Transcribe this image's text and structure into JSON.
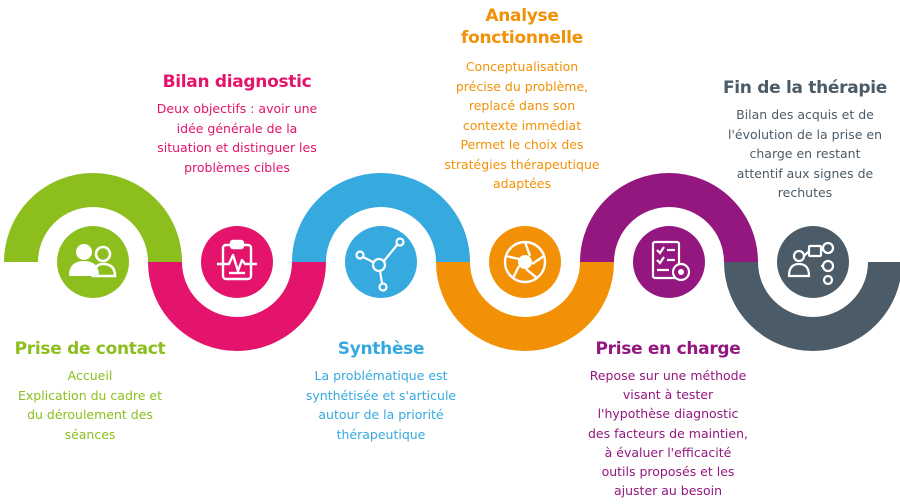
{
  "colors": {
    "contact": "#8cbf1e",
    "bilan": "#e4136b",
    "synthese": "#36a9df",
    "analyse": "#f29105",
    "charge": "#93177f",
    "fin": "#4b5b67"
  },
  "steps": [
    {
      "key": "contact",
      "title": "Prise de contact",
      "desc": [
        "Accueil",
        "Explication du cadre et",
        "du déroulement des",
        "séances"
      ],
      "icon": "users-icon"
    },
    {
      "key": "bilan",
      "title": "Bilan diagnostic",
      "desc": [
        "Deux objectifs : avoir une",
        "idée générale de la",
        "situation et distinguer les",
        "problèmes cibles"
      ],
      "icon": "clipboard-heartbeat-icon"
    },
    {
      "key": "synthese",
      "title": "Synthèse",
      "desc": [
        "La problématique est",
        "synthétisée et s'articule",
        "autour de la priorité",
        "thérapeutique"
      ],
      "icon": "network-nodes-icon"
    },
    {
      "key": "analyse",
      "title": [
        "Analyse",
        "fonctionnelle"
      ],
      "desc": [
        "Conceptualisation",
        "précise du problème,",
        "replacé dans son",
        "contexte immédiat",
        "Permet le choix des",
        "stratégies thérapeutique",
        "adaptées"
      ],
      "icon": "aperture-icon"
    },
    {
      "key": "charge",
      "title": "Prise en charge",
      "desc": [
        "Repose sur une méthode",
        "visant à tester",
        "l'hypothèse diagnostic",
        "des facteurs de maintien,",
        "à évaluer l'efficacité",
        "outils proposés et les",
        "ajuster au besoin"
      ],
      "icon": "checklist-gear-icon"
    },
    {
      "key": "fin",
      "title": "Fin de la thérapie",
      "desc": [
        "Bilan des acquis et de",
        "l'évolution de la prise en",
        "charge en restant",
        "attentif aux signes de",
        "rechutes"
      ],
      "icon": "person-gears-icon"
    }
  ]
}
